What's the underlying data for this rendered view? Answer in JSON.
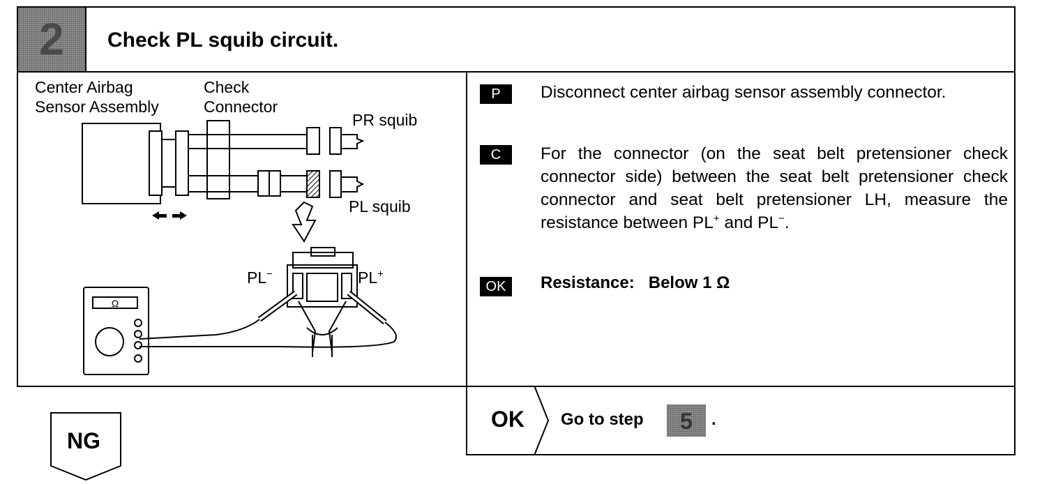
{
  "step": {
    "number": "2",
    "title": "Check PL squib circuit."
  },
  "diagram": {
    "center_airbag_label_line1": "Center Airbag",
    "center_airbag_label_line2": "Sensor Assembly",
    "check_connector_line1": "Check",
    "check_connector_line2": "Connector",
    "pr_squib": "PR squib",
    "pl_squib": "PL squib",
    "pl_minus": "PL",
    "pl_plus": "PL",
    "ohm_symbol": "Ω"
  },
  "instructions": {
    "p_tag": "P",
    "p_text": "Disconnect center airbag sensor assembly connector.",
    "c_tag": "C",
    "c_text_main": "For the connector (on the seat belt pretensioner check connector side) between the seat belt pretensioner check connector and seat belt pretensioner LH, measure the resistance between PL",
    "c_text_and": " and PL",
    "c_text_end": ".",
    "plus_sup": "+",
    "minus_sup": "−",
    "ok_tag": "OK",
    "ok_label": "Resistance:",
    "ok_value": "Below 1 Ω"
  },
  "result": {
    "ok_label": "OK",
    "goto_text": "Go to step",
    "goto_step": "5",
    "goto_end": ".",
    "ng_label": "NG"
  }
}
